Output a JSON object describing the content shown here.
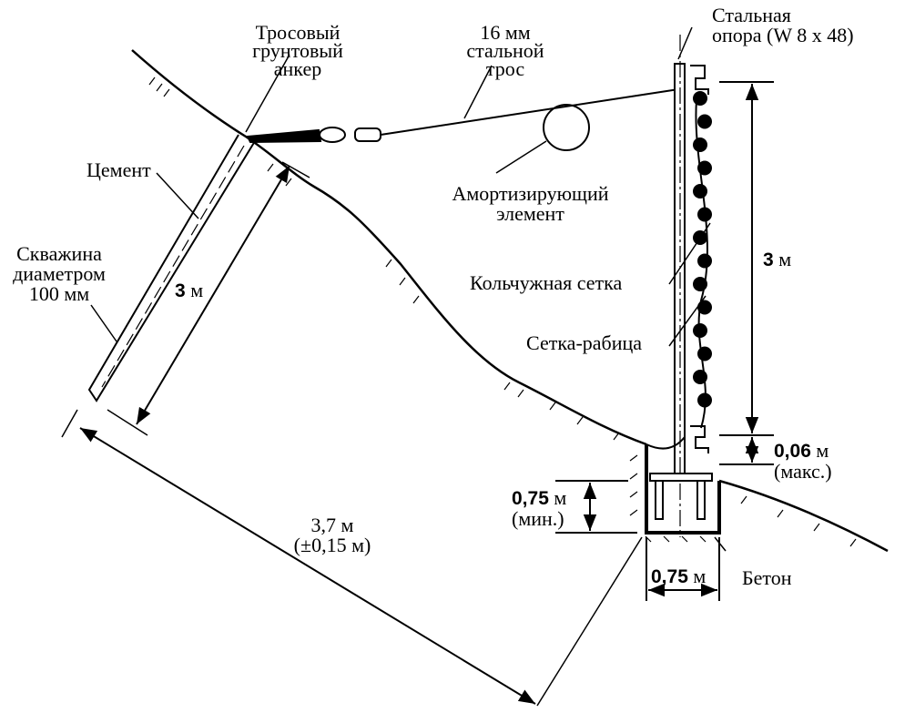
{
  "labels": {
    "steel_post": [
      "Стальная",
      "опора (W  8 x 48)"
    ],
    "cable_anchor": [
      "Тросовый",
      "грунтовый",
      "анкер"
    ],
    "steel_cable": [
      "16 мм",
      "стальной",
      "трос"
    ],
    "cement": "Цемент",
    "borehole": [
      "Скважина",
      "диаметром",
      "100 мм"
    ],
    "shock_absorber": [
      "Амортизирующий",
      "элемент"
    ],
    "chain_mesh": "Кольчужная сетка",
    "chain_link": "Сетка-рабица",
    "concrete": "Бетон"
  },
  "dimensions": {
    "post_height": {
      "value": "3",
      "unit": "м"
    },
    "anchor_length": {
      "value": "3",
      "unit": "м"
    },
    "gap": {
      "value": "0,06",
      "unit": "м",
      "note": "(макс.)"
    },
    "depth": {
      "value": "0,75",
      "unit": "м",
      "note": "(мин.)"
    },
    "width": {
      "value": "0,75",
      "unit": "м"
    },
    "spacing": {
      "value": "3,7 м",
      "note": "(±0,15 м)"
    }
  }
}
